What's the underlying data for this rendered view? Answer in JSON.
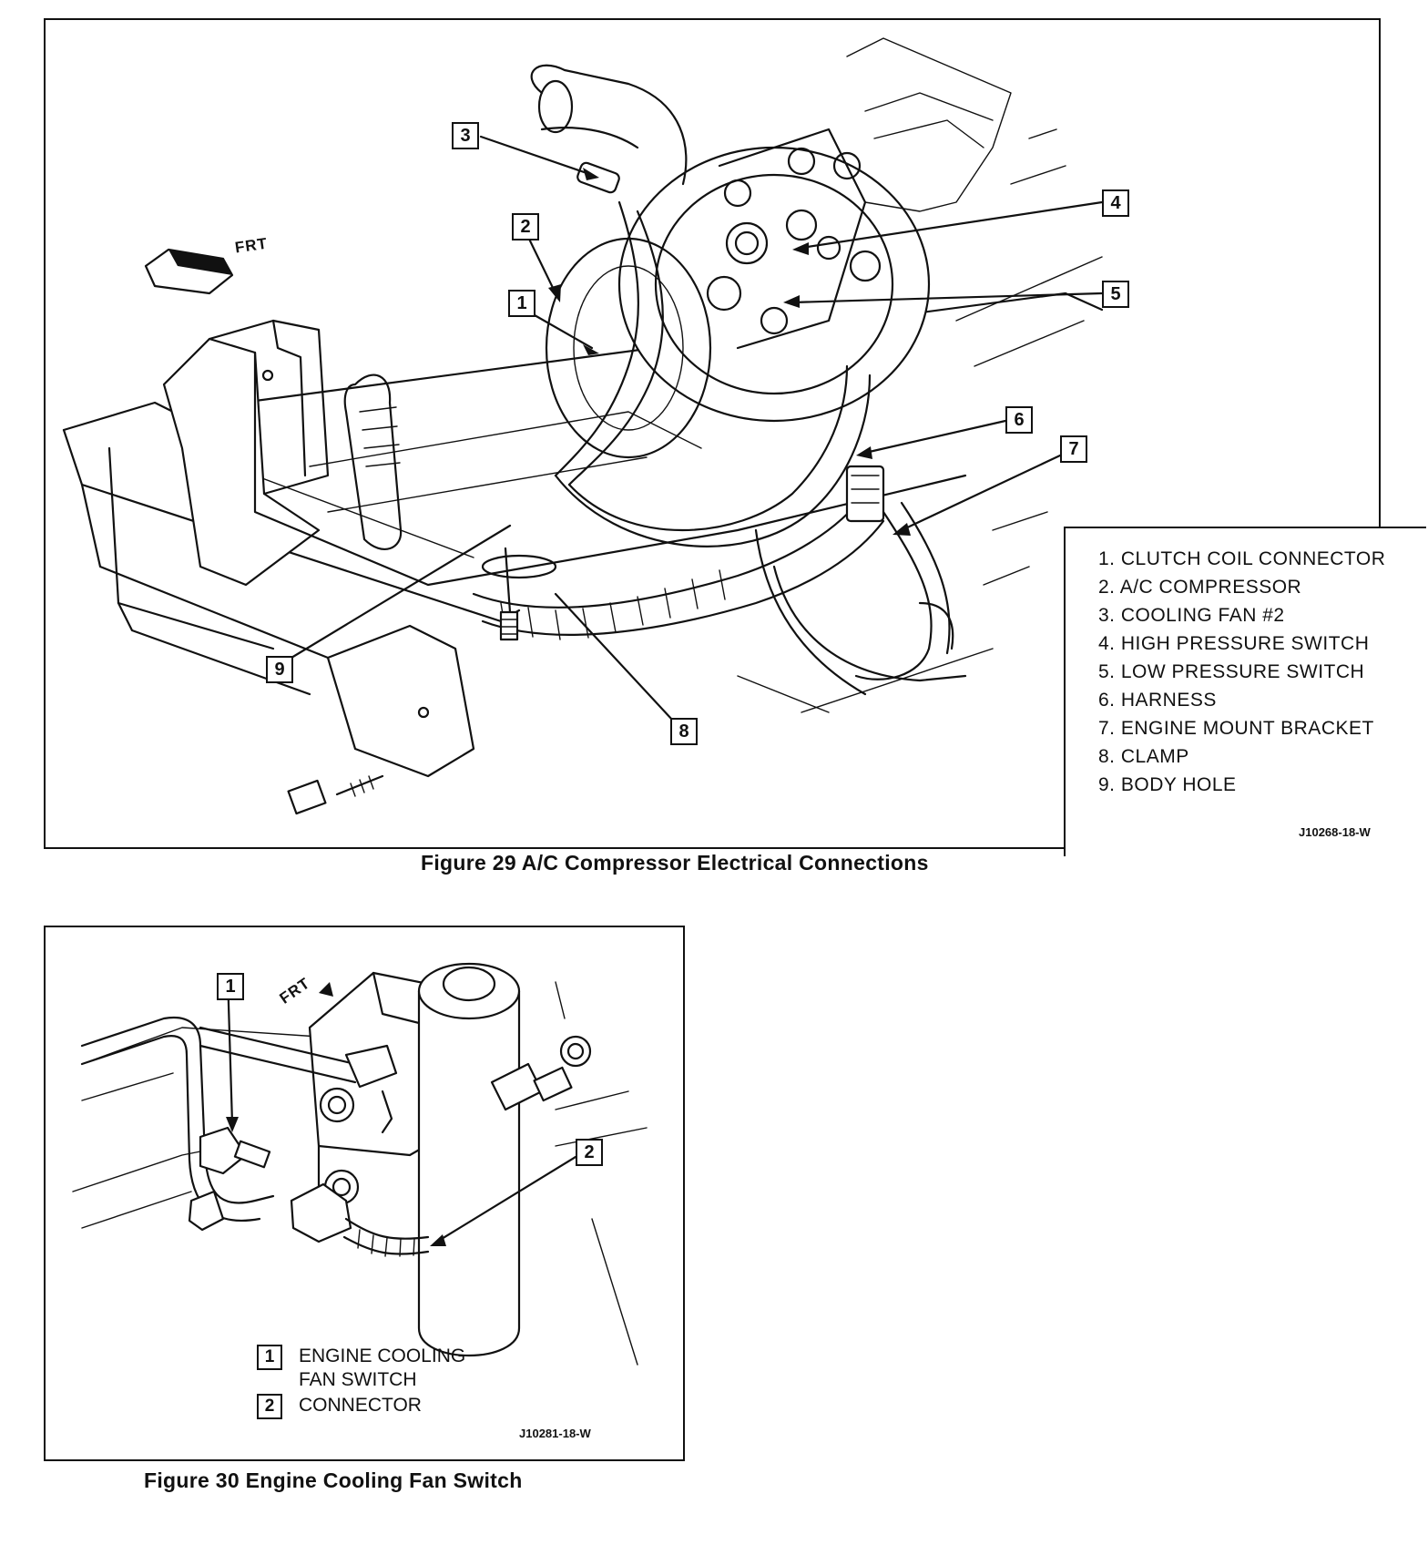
{
  "figure29": {
    "caption": "Figure 29 A/C Compressor Electrical Connections",
    "direction_label": "FRT",
    "callouts": [
      "1",
      "2",
      "3",
      "4",
      "5",
      "6",
      "7",
      "8",
      "9"
    ],
    "legend": [
      "1. CLUTCH COIL CONNECTOR",
      "2. A/C COMPRESSOR",
      "3. COOLING FAN #2",
      "4. HIGH PRESSURE SWITCH",
      "5. LOW PRESSURE SWITCH",
      "6. HARNESS",
      "7. ENGINE MOUNT BRACKET",
      "8. CLAMP",
      "9. BODY HOLE"
    ],
    "drawing_code": "J10268-18-W"
  },
  "figure30": {
    "caption": "Figure 30 Engine Cooling Fan Switch",
    "direction_label": "FRT",
    "callouts": [
      "1",
      "2"
    ],
    "legend": [
      {
        "num": "1",
        "text_line1": "ENGINE COOLING",
        "text_line2": "FAN SWITCH"
      },
      {
        "num": "2",
        "text_line1": "CONNECTOR"
      }
    ],
    "drawing_code": "J10281-18-W"
  }
}
